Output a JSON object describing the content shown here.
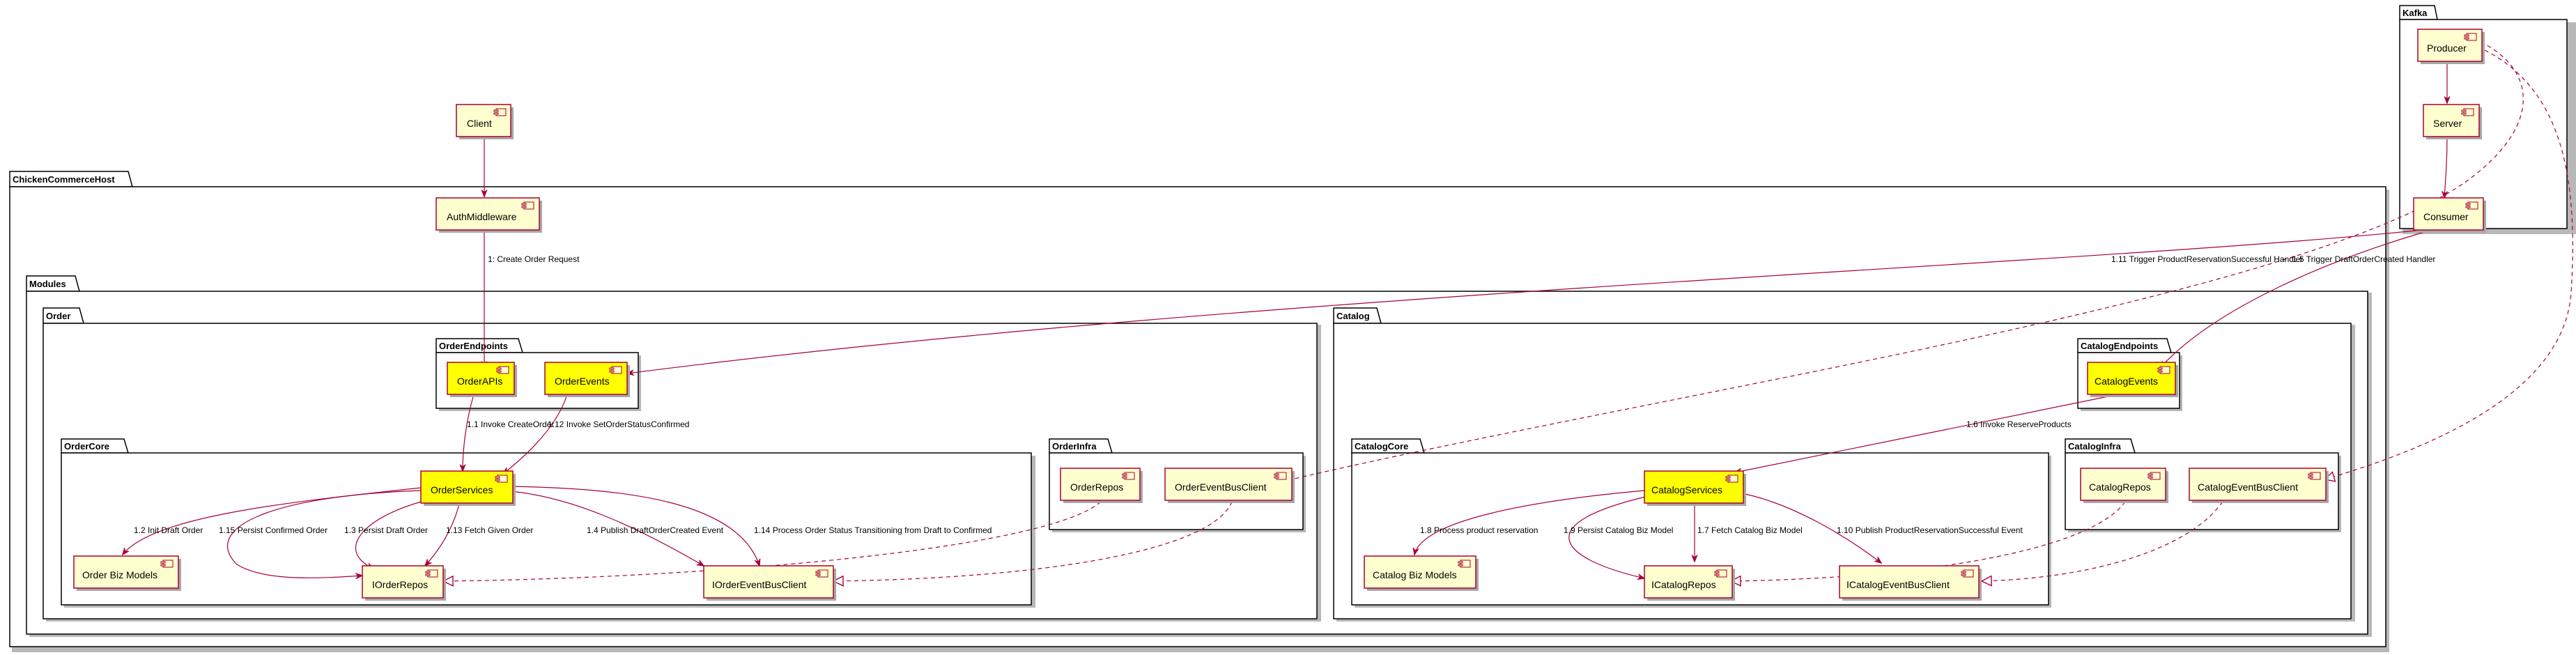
{
  "colors": {
    "component_fill": "#fefece",
    "highlight_fill": "#ffff00",
    "component_border": "#a80036",
    "edge": "#a80036",
    "package_border": "#000000",
    "background": "#ffffff"
  },
  "packages": {
    "kafka": "Kafka",
    "host": "ChickenCommerceHost",
    "modules": "Modules",
    "order": "Order",
    "order_endpoints": "OrderEndpoints",
    "order_core": "OrderCore",
    "order_infra": "OrderInfra",
    "catalog": "Catalog",
    "catalog_endpoints": "CatalogEndpoints",
    "catalog_core": "CatalogCore",
    "catalog_infra": "CatalogInfra"
  },
  "components": {
    "client": "Client",
    "auth_middleware": "AuthMiddleware",
    "producer": "Producer",
    "server": "Server",
    "consumer": "Consumer",
    "order_apis": "OrderAPIs",
    "order_events": "OrderEvents",
    "order_services": "OrderServices",
    "order_biz_models": "Order Biz Models",
    "iorder_repos": "IOrderRepos",
    "iorder_event_bus_client": "IOrderEventBusClient",
    "order_repos": "OrderRepos",
    "order_event_bus_client": "OrderEventBusClient",
    "catalog_events": "CatalogEvents",
    "catalog_services": "CatalogServices",
    "catalog_biz_models": "Catalog Biz Models",
    "icatalog_repos": "ICatalogRepos",
    "icatalog_event_bus_client": "ICatalogEventBusClient",
    "catalog_repos": "CatalogRepos",
    "catalog_event_bus_client": "CatalogEventBusClient"
  },
  "edge_labels": {
    "create_order_request": "1: Create Order Request",
    "invoke_create_order": "1.1 Invoke CreateOrder",
    "init_draft_order": "1.2 Init Draft Order",
    "persist_draft_order": "1.3 Persist Draft Order",
    "publish_draft_order_created": "1.4 Publish DraftOrderCreated Event",
    "trigger_draft_order_created": "1.5 Trigger DraftOrderCreated Handler",
    "invoke_reserve_products": "1.6 Invoke ReserveProducts",
    "fetch_catalog_biz_model": "1.7 Fetch Catalog Biz Model",
    "process_product_reservation": "1.8 Process product reservation",
    "persist_catalog_biz_model": "1.9 Persist Catalog Biz Model",
    "publish_product_reservation_successful": "1.10 Publish ProductReservationSuccessful Event",
    "trigger_product_reservation_successful": "1.11 Trigger ProductReservationSuccessful Handler",
    "invoke_set_order_status_confirmed": "1.12 Invoke SetOrderStatusConfirmed",
    "fetch_given_order": "1.13 Fetch Given Order",
    "process_order_status_transition": "1.14 Process Order Status Transitioning from Draft to Confirmed",
    "persist_confirmed_order": "1.15 Persist Confirmed Order"
  }
}
